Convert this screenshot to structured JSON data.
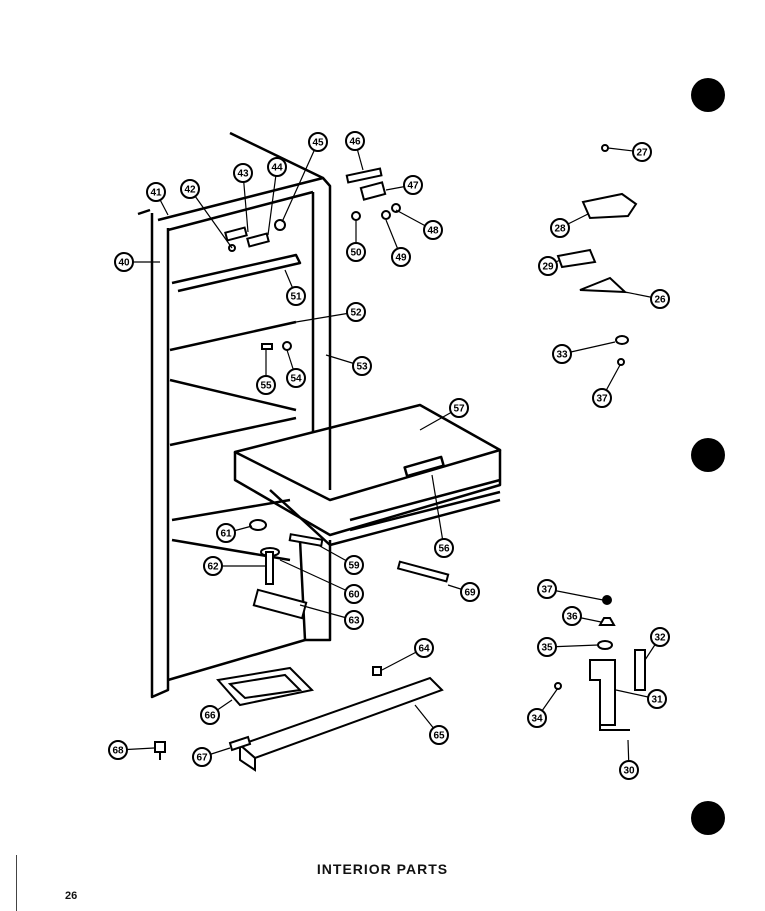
{
  "title": "INTERIOR PARTS",
  "page_number": "26",
  "callouts": [
    "27",
    "28",
    "29",
    "26",
    "33",
    "37",
    "40",
    "41",
    "42",
    "43",
    "44",
    "45",
    "46",
    "47",
    "48",
    "49",
    "50",
    "51",
    "52",
    "53",
    "54",
    "55",
    "57",
    "56",
    "61",
    "62",
    "59",
    "60",
    "63",
    "69",
    "37",
    "36",
    "35",
    "32",
    "31",
    "34",
    "30",
    "64",
    "65",
    "66",
    "67",
    "68"
  ]
}
